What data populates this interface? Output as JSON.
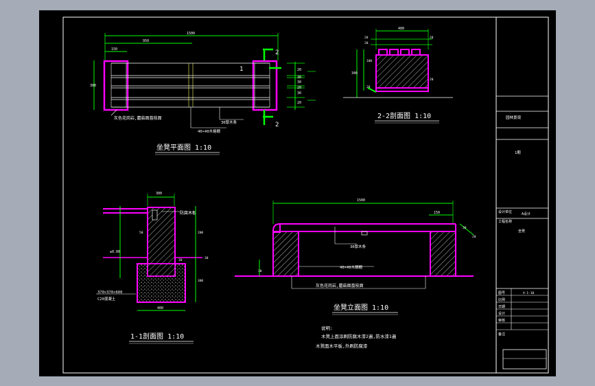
{
  "colors": {
    "background": "#a6acb7",
    "paper": "#000000",
    "frame": "#ffffff",
    "outline": "#ff00ff",
    "dimension": "#00ff00",
    "line": "#ffffff",
    "hatch": "#ffffff"
  },
  "titles": {
    "plan": "坐凳平面图 1:10",
    "section22": "2-2剖面图 1:10",
    "section11": "1-1剖面图 1:10",
    "elevation": "坐凳立面图 1:10"
  },
  "plan": {
    "dim_total": "1500",
    "dim_inner": "950",
    "dim_left": "150",
    "dim_height": "300",
    "label_stone": "灰色花岗岩,蘑菇面荔枝面",
    "label_slat": "30厚木条",
    "label_bracket": "40×40木格栅",
    "mark_1": "1",
    "mark_2_top": "2",
    "mark_2_bottom": "2",
    "right_dims": [
      "20",
      "30",
      "30",
      "20",
      "30",
      "20"
    ]
  },
  "section22": {
    "dim_total": "400",
    "dim_top_1": "20",
    "dim_top_2": "20",
    "dim_top_3": "20",
    "dim_left_1": "100",
    "dim_left_2": "20",
    "dim_height": "340",
    "dim_side": "20"
  },
  "section11": {
    "dim_top": "300",
    "label_wood": "防腐木板",
    "label_level": "±0.00",
    "dim_left": "50",
    "dim_right_1": "200",
    "dim_right_2": "300",
    "dim_bottom": "400",
    "dim_side": "30",
    "label_base_1": "370×370×600",
    "label_base_2": "C20混凝土",
    "dim_small": "30"
  },
  "elevation": {
    "dim_total": "1500",
    "dim_right": "150",
    "label_slat": "30厚木条",
    "label_joist": "40×40木搁栅",
    "label_stone": "灰色花岗岩,蘑菇面荔枝面",
    "dim_left": "30",
    "dim_right_1": "30",
    "dim_right_2": "20"
  },
  "notes": {
    "heading": "说明:",
    "line1": "木凳上面涂刷防腐木漆2遍,防水漆1遍",
    "line2": "木凳面木平板,外刷防腐漆"
  },
  "title_block": {
    "cell_1": "园林景观",
    "cell_2": "1期",
    "cell_3a": "设计单位",
    "cell_3b": "A设计",
    "cell_4a": "工程名称",
    "cell_4b": "坐凳",
    "row_1a": "图号",
    "row_1b": "A-1-10",
    "row_2": "比例",
    "row_3": "日期",
    "row_4": "设计",
    "row_5": "审核",
    "row_6": "备注"
  }
}
